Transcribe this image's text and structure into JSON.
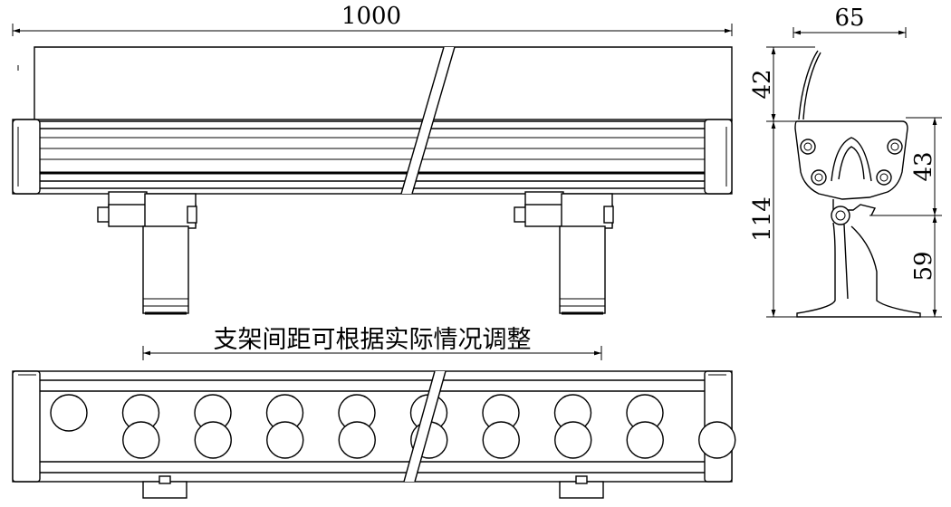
{
  "dimensions": {
    "overall_length": "1000",
    "profile_width": "65",
    "bracket_height": "42",
    "body_height": "43",
    "total_height": "114",
    "mount_height": "59"
  },
  "note": "支架间距可根据实际情况调整",
  "led_count": 18
}
